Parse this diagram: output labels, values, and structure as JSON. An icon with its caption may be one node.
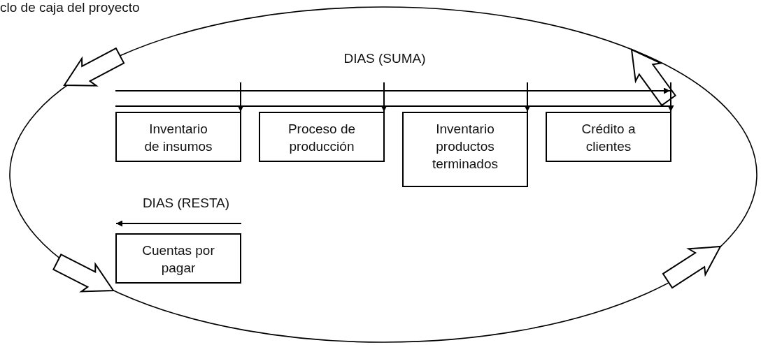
{
  "diagram": {
    "title": "clo de caja del proyecto",
    "nodes": [
      {
        "text": [
          "Inventario de insumos"
        ]
      },
      {
        "text": [
          "Proceso de producción"
        ]
      },
      {
        "text": [
          "Inventario productos terminados"
        ]
      },
      {
        "text": [
          "Crédito a clientes"
        ]
      },
      {
        "text": [
          "Cuentas por pagar"
        ]
      }
    ],
    "edges": [
      {
        "from": null,
        "to": 0,
        "arrow": "to"
      },
      {
        "from": null,
        "to": 1,
        "arrow": "to"
      },
      {
        "from": null,
        "to": 2,
        "arrow": "to"
      },
      {
        "from": null,
        "to": 3,
        "arrow": "to"
      }
    ],
    "labels": [
      "DIAS (SUMA)",
      "DIAS (RESTA)"
    ]
  }
}
